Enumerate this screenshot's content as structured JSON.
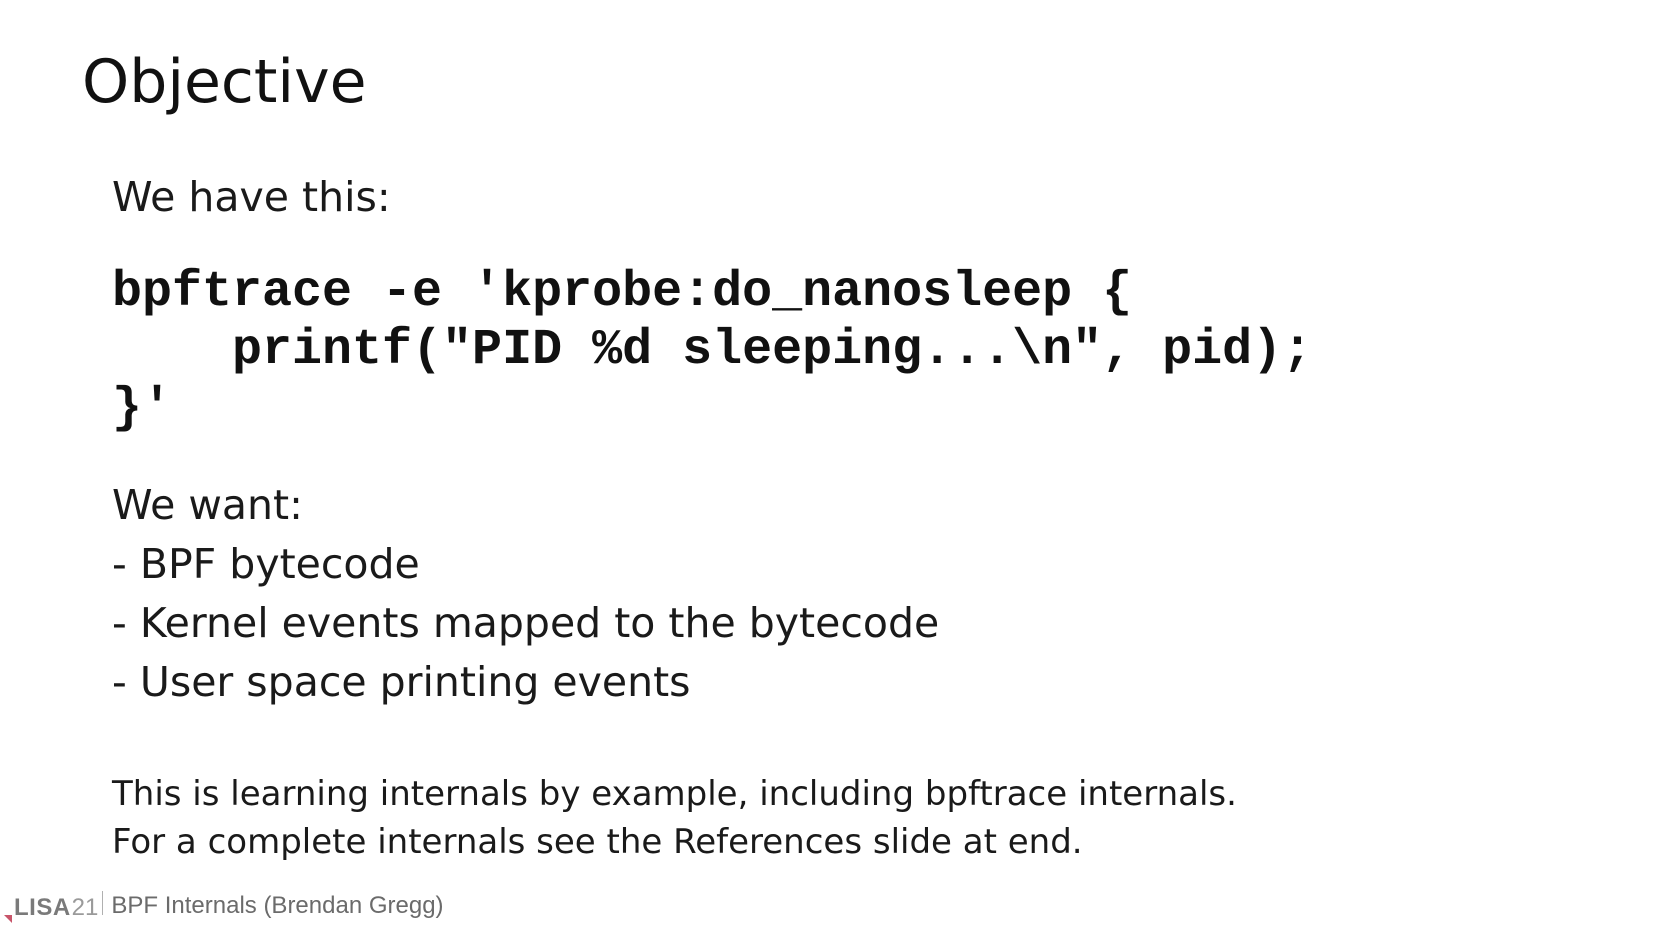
{
  "slide": {
    "title": "Objective",
    "intro": "We have this:",
    "code_lines": [
      "bpftrace -e 'kprobe:do_nanosleep {",
      "    printf(\"PID %d sleeping...\\n\", pid);",
      "}'"
    ],
    "want_heading": "We want:",
    "want_items": [
      "- BPF bytecode",
      "- Kernel events mapped to the bytecode",
      "- User space printing events"
    ],
    "note_lines": [
      "This is learning internals by example, including bpftrace internals.",
      "For a complete internals see the References slide at end."
    ]
  },
  "footer": {
    "logo_main": "LISA",
    "logo_year": "21",
    "text": "BPF Internals (Brendan Gregg)"
  },
  "colors": {
    "text": "#1a1a1a",
    "footer_text": "#6b6b6b",
    "corner_accent": "#c8556a"
  }
}
